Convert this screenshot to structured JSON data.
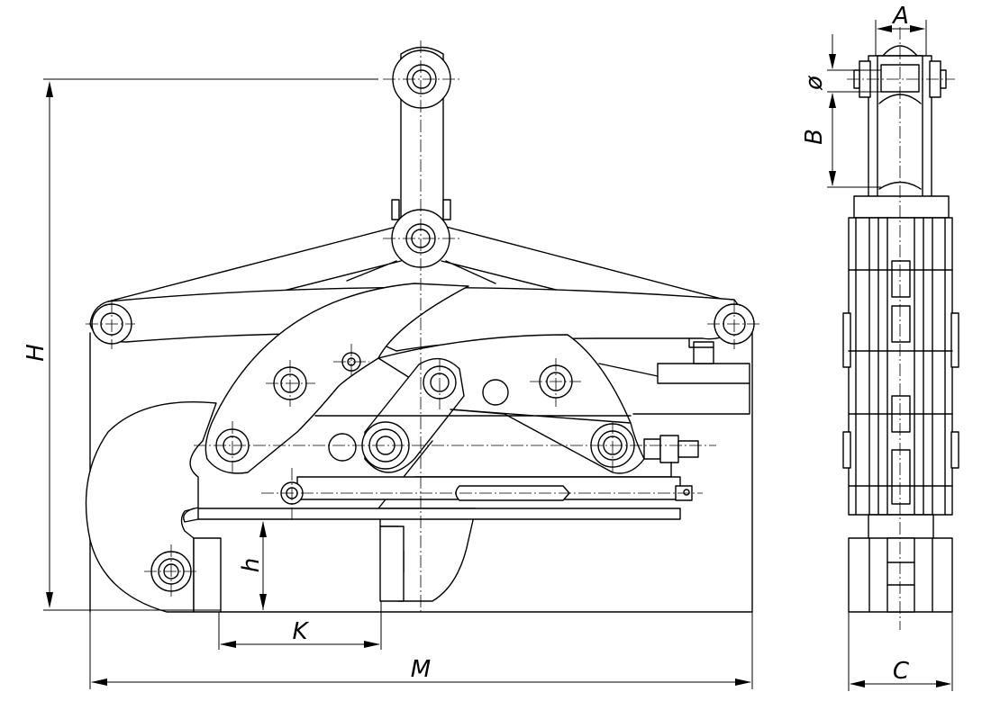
{
  "labels": {
    "H": "H",
    "h": "h",
    "K": "K",
    "M": "M",
    "A": "A",
    "B": "B",
    "phi": "ø",
    "C": "C"
  }
}
